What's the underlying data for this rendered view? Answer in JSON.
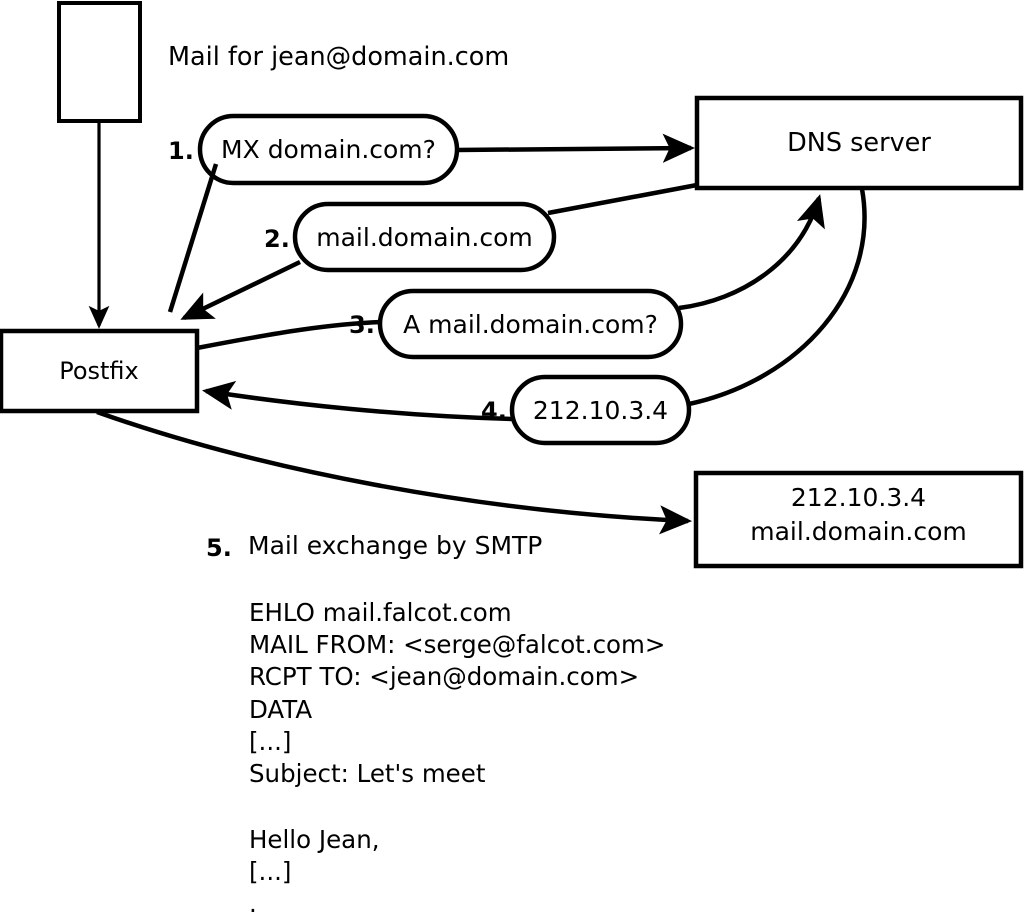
{
  "diagram": {
    "title_note": "Mail for jean@domain.com",
    "nodes": {
      "sender_box": {
        "label": ""
      },
      "postfix": {
        "label": "Postfix"
      },
      "dns_server": {
        "label": "DNS server"
      },
      "mail_server": {
        "line1": "212.10.3.4",
        "line2": "mail.domain.com"
      }
    },
    "steps": [
      {
        "num": "1.",
        "label": "MX domain.com?"
      },
      {
        "num": "2.",
        "label": "mail.domain.com"
      },
      {
        "num": "3.",
        "label": "A mail.domain.com?"
      },
      {
        "num": "4.",
        "label": "212.10.3.4"
      },
      {
        "num": "5.",
        "label": "Mail exchange by SMTP"
      }
    ],
    "smtp_transcript": {
      "block1": "EHLO mail.falcot.com\nMAIL FROM: <serge@falcot.com>\nRCPT TO: <jean@domain.com>\nDATA\n[...]\nSubject: Let's meet",
      "block2": "Hello Jean,\n[...]\n."
    },
    "colors": {
      "stroke": "#000000",
      "fill": "#ffffff",
      "text": "#000000"
    }
  }
}
